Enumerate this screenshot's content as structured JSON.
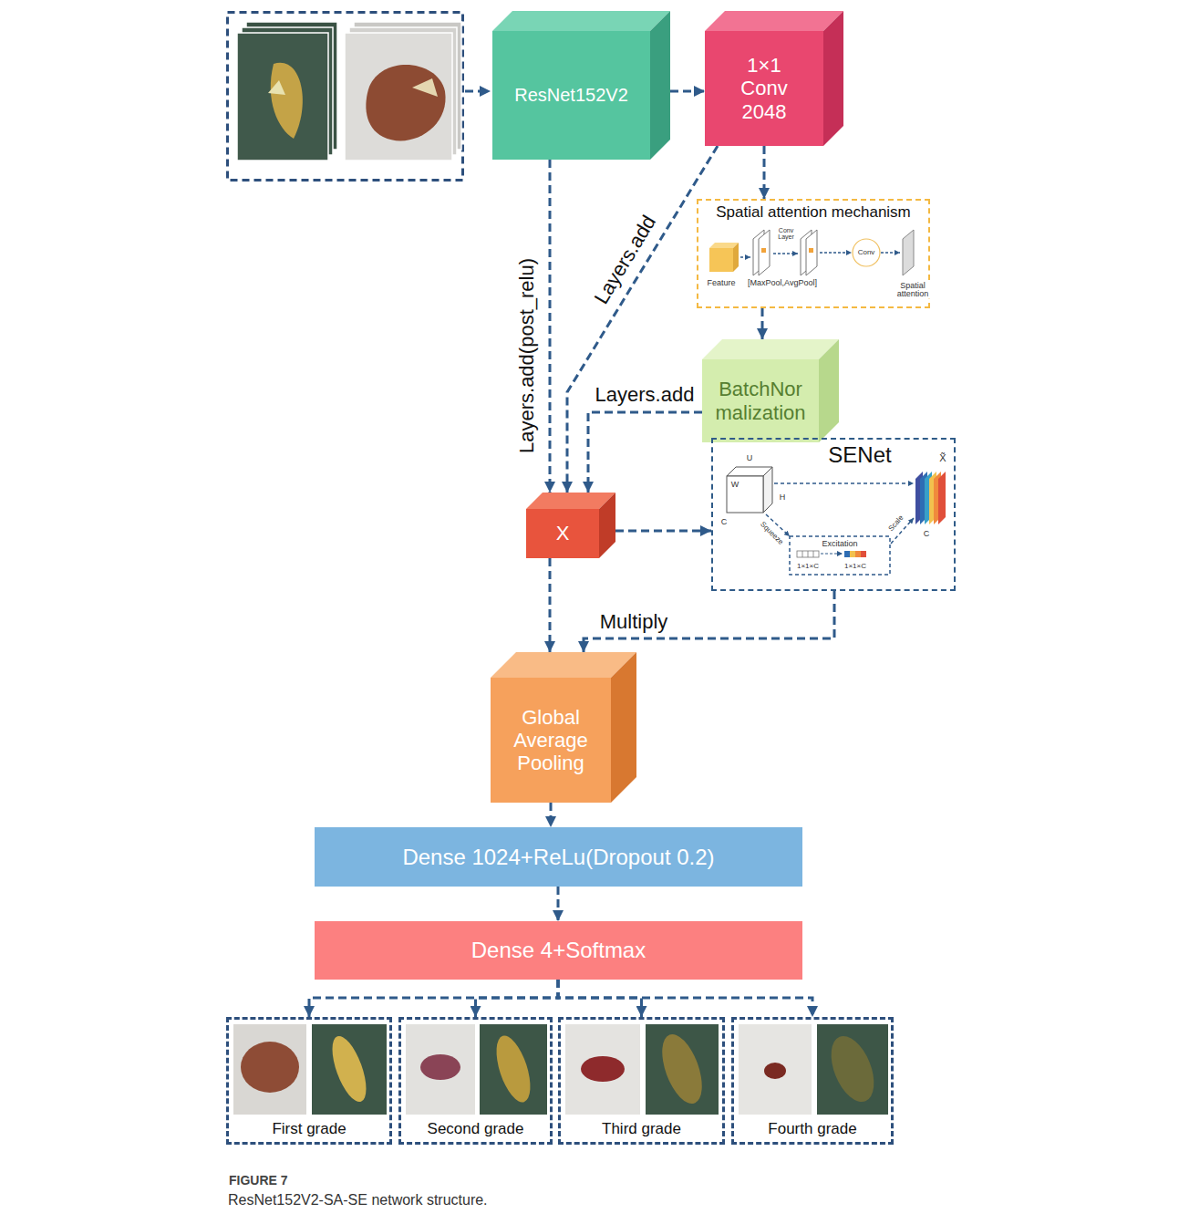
{
  "diagram": {
    "caption": "ResNet152V2-SA-SE network structure.",
    "nodes": [
      {
        "text": [
          "ResNet152V2"
        ]
      },
      {
        "text": [
          "1×1 Conv 2048"
        ]
      },
      {
        "text": [
          "Spatial attention mechanism"
        ]
      },
      {
        "text": [
          "BatchNor malization"
        ]
      },
      {
        "text": [
          "X"
        ]
      },
      {
        "text": [
          "SENet"
        ]
      },
      {
        "text": [
          "Global Average Pooling"
        ]
      },
      {
        "text": [
          "Dense 1024+ReLu(Dropout 0.2)"
        ]
      },
      {
        "text": [
          "Dense 4+Softmax"
        ]
      },
      {
        "text": [
          "First grade"
        ]
      },
      {
        "text": [
          "Second grade"
        ]
      },
      {
        "text": [
          "Third grade"
        ]
      },
      {
        "text": [
          "Fourth grade"
        ]
      }
    ],
    "edges": [
      {
        "from": 0,
        "to": 1,
        "arrow": "to"
      },
      {
        "from": 0,
        "to": 4,
        "label": "Layers.add(post_relu)",
        "arrow": "to"
      },
      {
        "from": 1,
        "to": 4,
        "label": "Layers.add",
        "arrow": "to"
      },
      {
        "from": 1,
        "to": 2,
        "arrow": "to"
      },
      {
        "from": 2,
        "to": 3,
        "arrow": "to"
      },
      {
        "from": 3,
        "to": 4,
        "label": "Layers.add",
        "arrow": "to"
      },
      {
        "from": 4,
        "to": 5,
        "arrow": "to"
      },
      {
        "from": 4,
        "to": 6,
        "arrow": "to"
      },
      {
        "from": 5,
        "to": 6,
        "label": "Multiply",
        "arrow": "to"
      },
      {
        "from": 6,
        "to": 7,
        "arrow": "to"
      },
      {
        "from": 7,
        "to": 8,
        "arrow": "to"
      },
      {
        "from": 8,
        "to": 9,
        "arrow": "to"
      },
      {
        "from": 8,
        "to": 10,
        "arrow": "to"
      },
      {
        "from": 8,
        "to": 11,
        "arrow": "to"
      },
      {
        "from": 8,
        "to": 12,
        "arrow": "to"
      }
    ],
    "labels": [
      "Feature",
      "[MaxPool,AvgPool]",
      "Conv Layer",
      "Conv",
      "Spatial attention",
      "U",
      "W",
      "H",
      "C",
      "Squeeze",
      "Excitation",
      "1×1×C",
      "1×1×C",
      "Scale",
      "X̃",
      "C",
      "FIGURE 7"
    ]
  }
}
